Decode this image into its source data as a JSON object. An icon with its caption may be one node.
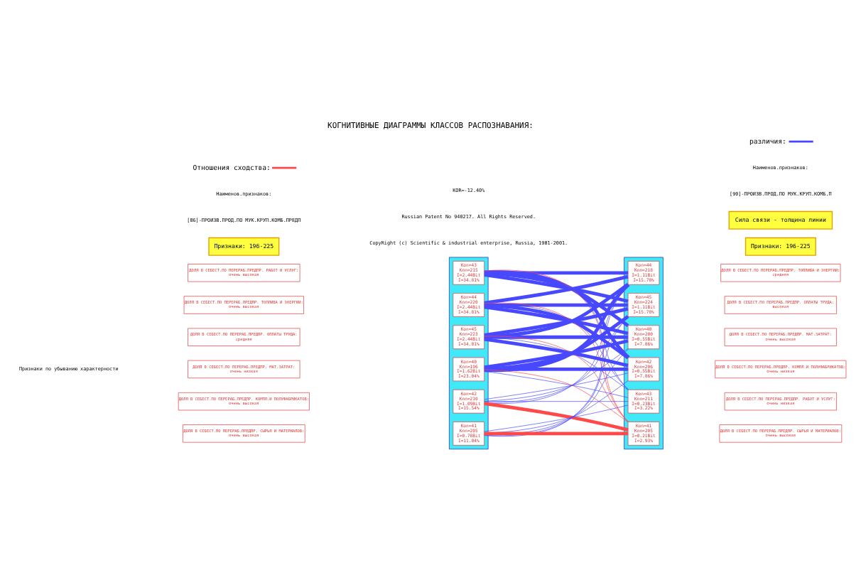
{
  "diagram": {
    "title": "КОГНИТИВНЫЕ ДИАГРАММЫ КЛАССОВ РАСПОЗНАВАНИЯ:",
    "nodes": [
      {
        "text": [],
        "shape": "bar"
      },
      {
        "text": [
          "Kon=43",
          "Knn=215",
          "I=2.44Bit",
          "I=34.81%"
        ],
        "in": 0
      },
      {
        "text": [
          "Kon=44",
          "Knn=220",
          "I=2.44Bit",
          "I=34.81%"
        ],
        "in": 0
      },
      {
        "text": [
          "Kon=45",
          "Knn=223",
          "I=2.44Bit",
          "I=34.81%"
        ],
        "in": 0
      },
      {
        "text": [
          "Kon=40",
          "Knn=196",
          "I=1.62Bit",
          "I=23.04%"
        ],
        "in": 0
      },
      {
        "text": [
          "Kon=42",
          "Knn=210",
          "I=1.09Bit",
          "I=15.54%"
        ],
        "in": 0
      },
      {
        "text": [
          "Kon=41",
          "Knn=205",
          "I=0.78Bit",
          "I=11.04%"
        ],
        "in": 0
      },
      {
        "text": [],
        "shape": "bar"
      },
      {
        "text": [
          "Kon=44",
          "Knn=218",
          "I=1.11Bit",
          "I=15.78%"
        ],
        "in": 7
      },
      {
        "text": [
          "Kon=45",
          "Knn=224",
          "I=1.11Bit",
          "I=15.78%"
        ],
        "in": 7
      },
      {
        "text": [
          "Kon=40",
          "Knn=200",
          "I=0.55Bit",
          "I=7.86%"
        ],
        "in": 7
      },
      {
        "text": [
          "Kon=42",
          "Knn=206",
          "I=0.55Bit",
          "I=7.86%"
        ],
        "in": 7
      },
      {
        "text": [
          "Kon=43",
          "Knn=211",
          "I=0.23Bit",
          "I=3.22%"
        ],
        "in": 7
      },
      {
        "text": [
          "Kon=41",
          "Knn=205",
          "I=0.21Bit",
          "I=2.93%"
        ],
        "in": 7
      },
      {
        "text": [
          "ДОЛЯ В СЕБЕСТ.ПО ПЕРЕРАБ.ПРЕДПР. РАБОТ И УСЛУГ:",
          "очень высокая"
        ]
      },
      {
        "text": [
          "ДОЛЯ В СЕБЕСТ.ПО ПЕРЕРАБ.ПРЕДПР. ТОПЛИВА И ЭНЕРГИИ:",
          "очень высокая"
        ]
      },
      {
        "text": [
          "ДОЛЯ В СЕБЕСТ.ПО ПЕРЕРАБ.ПРЕДПР. ОПЛАТЫ ТРУДА:",
          "средняя"
        ]
      },
      {
        "text": [
          "ДОЛЯ В СЕБЕСТ.ПО ПЕРЕРАБ.ПРЕДПР. МАТ.ЗАТРАТ:",
          "очень низкая"
        ]
      },
      {
        "text": [
          "ДОЛЯ В СЕБЕСТ.ПО ПЕРЕРАБ.ПРЕДПР. КОМПЛ.И ПОЛУФАБРИКАТОВ:",
          "очень высокая"
        ]
      },
      {
        "text": [
          "ДОЛЯ В СЕБЕСТ.ПО ПЕРЕРАБ.ПРЕДПР. СЫРЬЯ И МАТЕРИАЛОВ:",
          "очень высокая"
        ]
      },
      {
        "text": [
          "ДОЛЯ В СЕБЕСТ.ПО ПЕРЕРАБ.ПРЕДПР. ТОПЛИВА И ЭНЕРГИИ:",
          "средняя"
        ]
      },
      {
        "text": [
          "ДОЛЯ В СЕБЕСТ.ПО ПЕРЕРАБ.ПРЕДПР. ОПЛАТЫ ТРУДА:",
          "высокая"
        ]
      },
      {
        "text": [
          "ДОЛЯ В СЕБЕСТ.ПО ПЕРЕРАБ.ПРЕДПР. МАТ.ЗАТРАТ:",
          "очень высокая"
        ]
      },
      {
        "text": [
          "ДОЛЯ В СЕБЕСТ.ПО ПЕРЕРАБ.ПРЕДПР. КОМПЛ.И ПОЛУФАБРИКАТОВ:",
          "очень низкая"
        ]
      },
      {
        "text": [
          "ДОЛЯ В СЕБЕСТ.ПО ПЕРЕРАБ.ПРЕДПР. РАБОТ И УСЛУГ:",
          "очень низкая"
        ]
      },
      {
        "text": [
          "ДОЛЯ В СЕБЕСТ.ПО ПЕРЕРАБ.ПРЕДПР. СЫРЬЯ И МАТЕРИАЛОВ:",
          "очень высокая"
        ]
      },
      {
        "text": [
          "Признаки: 196-225"
        ]
      },
      {
        "text": [
          "Признаки: 196-225"
        ]
      },
      {
        "text": [
          "Сила связи - толщина линии"
        ]
      }
    ],
    "edges": [
      {
        "from": 1,
        "to": 8,
        "arrow": "none",
        "style": "thick"
      },
      {
        "from": 1,
        "to": 9,
        "arrow": "none",
        "style": "thick"
      },
      {
        "from": 1,
        "to": 10,
        "arrow": "none",
        "style": "thick"
      },
      {
        "from": 1,
        "to": 11,
        "arrow": "none",
        "style": "thick"
      },
      {
        "from": 1,
        "to": 12,
        "arrow": "none"
      },
      {
        "from": 1,
        "to": 13,
        "arrow": "none",
        "color": "#ff4848"
      },
      {
        "from": 2,
        "to": 8,
        "arrow": "none",
        "style": "thick"
      },
      {
        "from": 2,
        "to": 9,
        "arrow": "none",
        "style": "thick"
      },
      {
        "from": 2,
        "to": 10,
        "arrow": "none",
        "style": "thick"
      },
      {
        "from": 2,
        "to": 11,
        "arrow": "none",
        "style": "thick"
      },
      {
        "from": 2,
        "to": 12,
        "arrow": "none"
      },
      {
        "from": 2,
        "to": 13,
        "arrow": "none",
        "color": "#ff4848"
      },
      {
        "from": 3,
        "to": 8,
        "arrow": "none",
        "style": "thick"
      },
      {
        "from": 3,
        "to": 9,
        "arrow": "none",
        "style": "thick"
      },
      {
        "from": 3,
        "to": 10,
        "arrow": "none",
        "style": "thick"
      },
      {
        "from": 3,
        "to": 11,
        "arrow": "none",
        "style": "thick"
      },
      {
        "from": 3,
        "to": 12,
        "arrow": "none"
      },
      {
        "from": 3,
        "to": 13,
        "arrow": "none",
        "color": "#ff4848"
      },
      {
        "from": 4,
        "to": 8,
        "arrow": "none",
        "style": "thick"
      },
      {
        "from": 4,
        "to": 9,
        "arrow": "none",
        "style": "thick"
      },
      {
        "from": 4,
        "to": 10,
        "arrow": "none",
        "style": "thick"
      },
      {
        "from": 4,
        "to": 11,
        "arrow": "none",
        "style": "thick"
      },
      {
        "from": 4,
        "to": 12,
        "arrow": "none"
      },
      {
        "from": 4,
        "to": 13,
        "arrow": "none",
        "color": "#ff4848"
      },
      {
        "from": 5,
        "to": 8,
        "arrow": "none"
      },
      {
        "from": 5,
        "to": 9,
        "arrow": "none"
      },
      {
        "from": 5,
        "to": 10,
        "arrow": "none"
      },
      {
        "from": 5,
        "to": 11,
        "arrow": "none"
      },
      {
        "from": 5,
        "to": 12,
        "arrow": "none"
      },
      {
        "from": 5,
        "to": 13,
        "arrow": "none",
        "color": "#ff4848",
        "style": "thick"
      },
      {
        "from": 6,
        "to": 8,
        "arrow": "none"
      },
      {
        "from": 6,
        "to": 9,
        "arrow": "none"
      },
      {
        "from": 6,
        "to": 10,
        "arrow": "none"
      },
      {
        "from": 6,
        "to": 11,
        "arrow": "none"
      },
      {
        "from": 6,
        "to": 12,
        "arrow": "none"
      },
      {
        "from": 6,
        "to": 13,
        "arrow": "none",
        "color": "#ff4848",
        "style": "thick"
      }
    ],
    "labels": [
      "CopyRight (c) Scientific & industrial enterprise, Russia, 1981-2001.",
      "Russian Patent No 940217. All Rights Reserved.",
      "[86]-ПРОИЗВ.ПРОД.ПО МУК.КРУП.КОМБ.ПРЕДП",
      "[90]-ПРОИЗВ.ПРОД.ПО МУК.КРУП.КОМБ.П",
      "Наименов.признаков:",
      "KOR=-12.40%",
      "Наименов.признаков:",
      "Признаки по убыванию характерности"
    ],
    "legend": [
      {
        "text": "Отношения сходства:"
      },
      {
        "text": "различия:"
      }
    ]
  }
}
